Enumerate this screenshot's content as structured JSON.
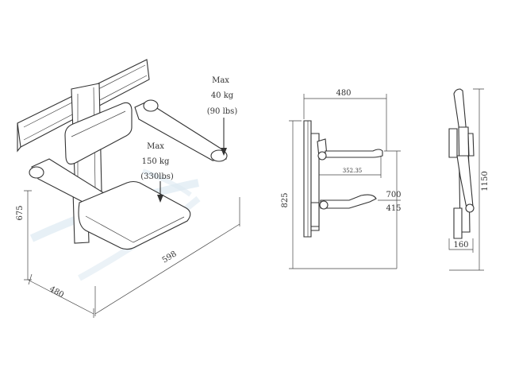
{
  "iso_view": {
    "backrest_load": [
      "Max",
      "40 kg",
      "(90 lbs)"
    ],
    "seat_load": [
      "Max",
      "150 kg",
      "(330lbs)"
    ],
    "dim_height": "675",
    "dim_depth": "480",
    "dim_width": "598"
  },
  "front_view": {
    "dim_top": "480",
    "dim_left": "825",
    "dim_inner": "352.35",
    "dim_right_upper": "700",
    "dim_right_lower": "415"
  },
  "side_view": {
    "dim_height": "1150",
    "dim_bottom": "160"
  },
  "colors": {
    "line": "#333333",
    "watermark": "#dde9f2"
  }
}
